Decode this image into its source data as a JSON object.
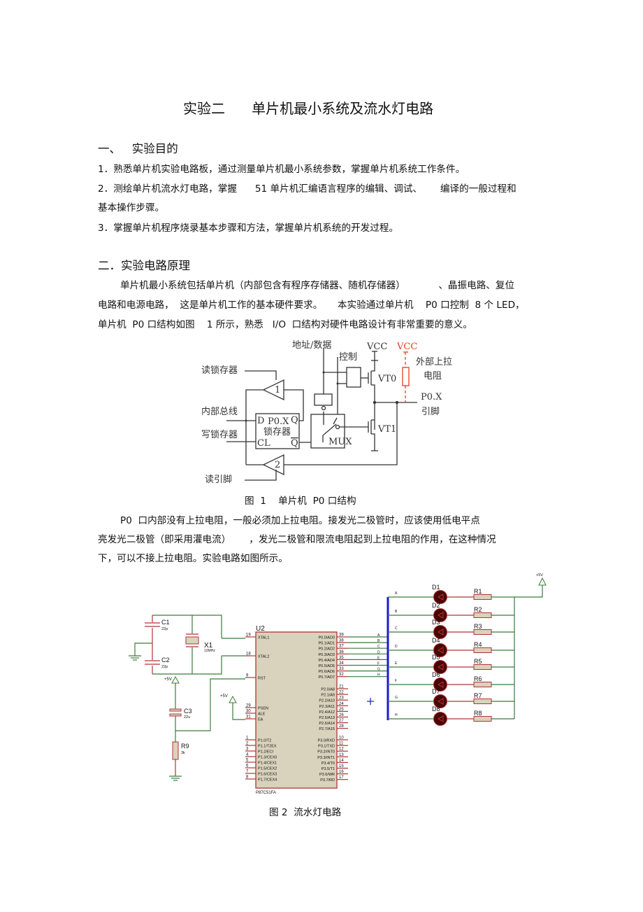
{
  "title": "实验二      单片机最小系统及流水灯电路",
  "section1": {
    "heading": "一、   实验目的",
    "items": [
      "1．熟悉单片机实验电路板，通过测量单片机最小系统参数，掌握单片机系统工作条件。",
      "2．测绘单片机流水灯电路，掌握      51 单片机汇编语言程序的编辑、调试、      编译的一般过程和",
      "基本操作步骤。",
      "3．掌握单片机程序烧录基本步骤和方法，掌握单片机系统的开发过程。"
    ]
  },
  "section2": {
    "heading": "二．实验电路原理",
    "para1": [
      "单片机最小系统包括单片机（内部包含有程序存储器、随机存储器）           、晶振电路、复位",
      "电路和电源电路，  这是单片机工作的基本硬件要求。     本实验通过单片机    P0 口控制  8 个 LED，",
      "单片机  P0 口结构如图    1 所示，熟悉   I/O  口结构对硬件电路设计有非常重要的意义。"
    ],
    "para2": [
      "P0  口内部没有上拉电阻，一般必须加上拉电阻。接发光二极管时，应该使用低电平点",
      "亮发光二极管（即采用灌电流）      ，发光二极管和限流电阻起到上拉电阻的作用，在这种情况",
      "下，可以不接上拉电阻。实验电路如图所示。"
    ]
  },
  "figure1": {
    "caption": "图  1    单片机  P0 口结构",
    "labels": {
      "addr_data": "地址/数据",
      "control": "控制",
      "vcc": "VCC",
      "vcc_ext": "VCC",
      "pullup1": "外部上拉",
      "pullup2": "电阻",
      "read_latch": "读锁存器",
      "internal_bus": "内部总线",
      "write_latch": "写锁存器",
      "read_pin": "读引脚",
      "latch_name": "P0.X",
      "latch_sub": "锁存器",
      "d": "D",
      "q": "Q",
      "qbar": "Q",
      "cl": "CL",
      "mux": "MUX",
      "vt0": "VT0",
      "vt1": "VT1",
      "pin_name": "P0.X",
      "pin_sub": "引脚",
      "buf1": "1",
      "buf2": "2"
    },
    "colors": {
      "line": "#333333",
      "external": "#e0401a"
    }
  },
  "figure2": {
    "caption": "图 2  流水灯电路",
    "chip": {
      "ref": "U2",
      "part": "P87C51FA",
      "left_pins": [
        {
          "num": "19",
          "name": "XTAL1"
        },
        {
          "num": "18",
          "name": "XTAL2"
        },
        {
          "num": "9",
          "name": "RST"
        },
        {
          "num": "29",
          "name": "PSEN"
        },
        {
          "num": "30",
          "name": "ALE"
        },
        {
          "num": "31",
          "name": "EA"
        },
        {
          "num": "1",
          "name": "P1.0/T2"
        },
        {
          "num": "2",
          "name": "P1.1/T2EX"
        },
        {
          "num": "3",
          "name": "P1.2/ECI"
        },
        {
          "num": "4",
          "name": "P1.3/CEX0"
        },
        {
          "num": "5",
          "name": "P1.4/CEX1"
        },
        {
          "num": "6",
          "name": "P1.5/CEX2"
        },
        {
          "num": "7",
          "name": "P1.6/CEX3"
        },
        {
          "num": "8",
          "name": "P1.7/CEX4"
        }
      ],
      "right_pins": [
        {
          "num": "39",
          "name": "P0.0/AD0"
        },
        {
          "num": "38",
          "name": "P0.1/AD1"
        },
        {
          "num": "37",
          "name": "P0.2/AD2"
        },
        {
          "num": "36",
          "name": "P0.3/AD3"
        },
        {
          "num": "35",
          "name": "P0.4/AD4"
        },
        {
          "num": "34",
          "name": "P0.5/AD5"
        },
        {
          "num": "33",
          "name": "P0.6/AD6"
        },
        {
          "num": "32",
          "name": "P0.7/AD7"
        },
        {
          "num": "21",
          "name": "P2.0/A8"
        },
        {
          "num": "22",
          "name": "P2.1/A9"
        },
        {
          "num": "23",
          "name": "P2.2/A10"
        },
        {
          "num": "24",
          "name": "P2.3/A11"
        },
        {
          "num": "25",
          "name": "P2.4/A12"
        },
        {
          "num": "26",
          "name": "P2.5/A13"
        },
        {
          "num": "27",
          "name": "P2.6/A14"
        },
        {
          "num": "28",
          "name": "P2.7/A15"
        },
        {
          "num": "10",
          "name": "P3.0/RXD"
        },
        {
          "num": "11",
          "name": "P3.1/TXD"
        },
        {
          "num": "12",
          "name": "P3.2/INT0"
        },
        {
          "num": "13",
          "name": "P3.3/INT1"
        },
        {
          "num": "14",
          "name": "P3.4/T0"
        },
        {
          "num": "15",
          "name": "P3.5/T1"
        },
        {
          "num": "16",
          "name": "P3.6/WR"
        },
        {
          "num": "17",
          "name": "P3.7/RD"
        }
      ]
    },
    "parts": {
      "c1": {
        "ref": "C1",
        "value": "22p"
      },
      "c2": {
        "ref": "C2",
        "value": "22p"
      },
      "x1": {
        "ref": "X1",
        "value": "12MHz"
      },
      "c3": {
        "ref": "C3",
        "value": "22u"
      },
      "r9": {
        "ref": "R9",
        "value": "3k"
      },
      "vcc_reset": "+5V",
      "vcc_ea": "+5V",
      "vcc_led": "+5V"
    },
    "bus_labels": [
      "A",
      "B",
      "C",
      "D",
      "E",
      "F",
      "G",
      "H"
    ],
    "leds": [
      "D1",
      "D2",
      "D3",
      "D4",
      "D5",
      "D6",
      "D7",
      "D8"
    ],
    "resistors": [
      "R1",
      "R2",
      "R3",
      "R4",
      "R5",
      "R6",
      "R7",
      "R8"
    ],
    "colors": {
      "wire": "#3c7a3c",
      "pin": "#b03434",
      "chip_fill": "#d9d2bc",
      "bus": "#1a1ad0",
      "led": "#4a0606"
    }
  }
}
